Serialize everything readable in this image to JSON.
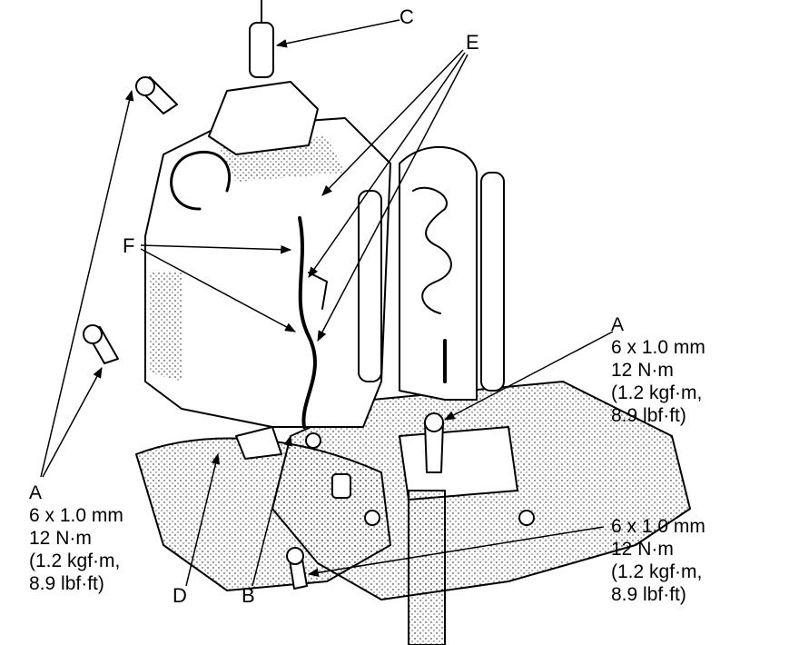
{
  "labels": {
    "c": "C",
    "e": "E",
    "f": "F",
    "d": "D",
    "b": "B",
    "a_left": "A",
    "a_right": "A"
  },
  "specs": {
    "left": [
      "6 x 1.0 mm",
      "12 N·m",
      "(1.2 kgf·m,",
      "8.9 lbf·ft)"
    ],
    "right": [
      "6 x 1.0 mm",
      "12 N·m",
      "(1.2 kgf·m,",
      "8.9 lbf·ft)"
    ],
    "bottom_right": [
      "6 x 1.0 mm",
      "12 N·m",
      "(1.2 kgf·m,",
      "8.9 lbf·ft)"
    ]
  },
  "colors": {
    "ink": "#000000",
    "paper": "#ffffff"
  }
}
